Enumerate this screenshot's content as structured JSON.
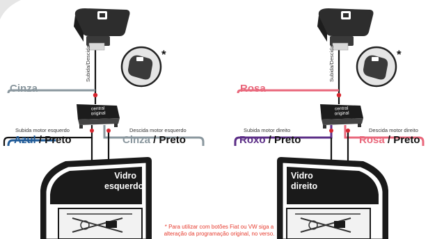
{
  "colors": {
    "cinza": "#8a979e",
    "rosa": "#e9677b",
    "azul": "#1f5a97",
    "roxo": "#5b2d86",
    "preto": "#111111",
    "note": "#e63b2e",
    "connector": "#d7262e"
  },
  "left": {
    "switch_label_vertical": "Subida/Descida",
    "wire_top": "Cinza",
    "central_line1": "central",
    "central_line2": "original",
    "motor_up_label": "Subida motor esquerdo",
    "motor_down_label": "Descida motor esquerdo",
    "wire_left_color": "Azul",
    "wire_left_sep": " / ",
    "wire_left_black": "Preto",
    "wire_right_color": "Cinza",
    "wire_right_sep": " / ",
    "wire_right_black": "Preto",
    "door_line1": "Vidro",
    "door_line2": "esquerdo",
    "asterisk": "*"
  },
  "right": {
    "switch_label_vertical": "Subida/Descida",
    "wire_top": "Rosa",
    "central_line1": "central",
    "central_line2": "original",
    "motor_up_label": "Subida motor direito",
    "motor_down_label": "Descida motor direito",
    "wire_left_color": "Roxo",
    "wire_left_sep": " / ",
    "wire_left_black": "Preto",
    "wire_right_color": "Rosa",
    "wire_right_sep": " / ",
    "wire_right_black": "Preto",
    "door_line1": "Vidro",
    "door_line2": "direito",
    "asterisk": "*"
  },
  "footnote": {
    "line1": "* Para utilizar com botões Fiat ou VW siga a",
    "line2": "alteração da programação original, no verso."
  }
}
